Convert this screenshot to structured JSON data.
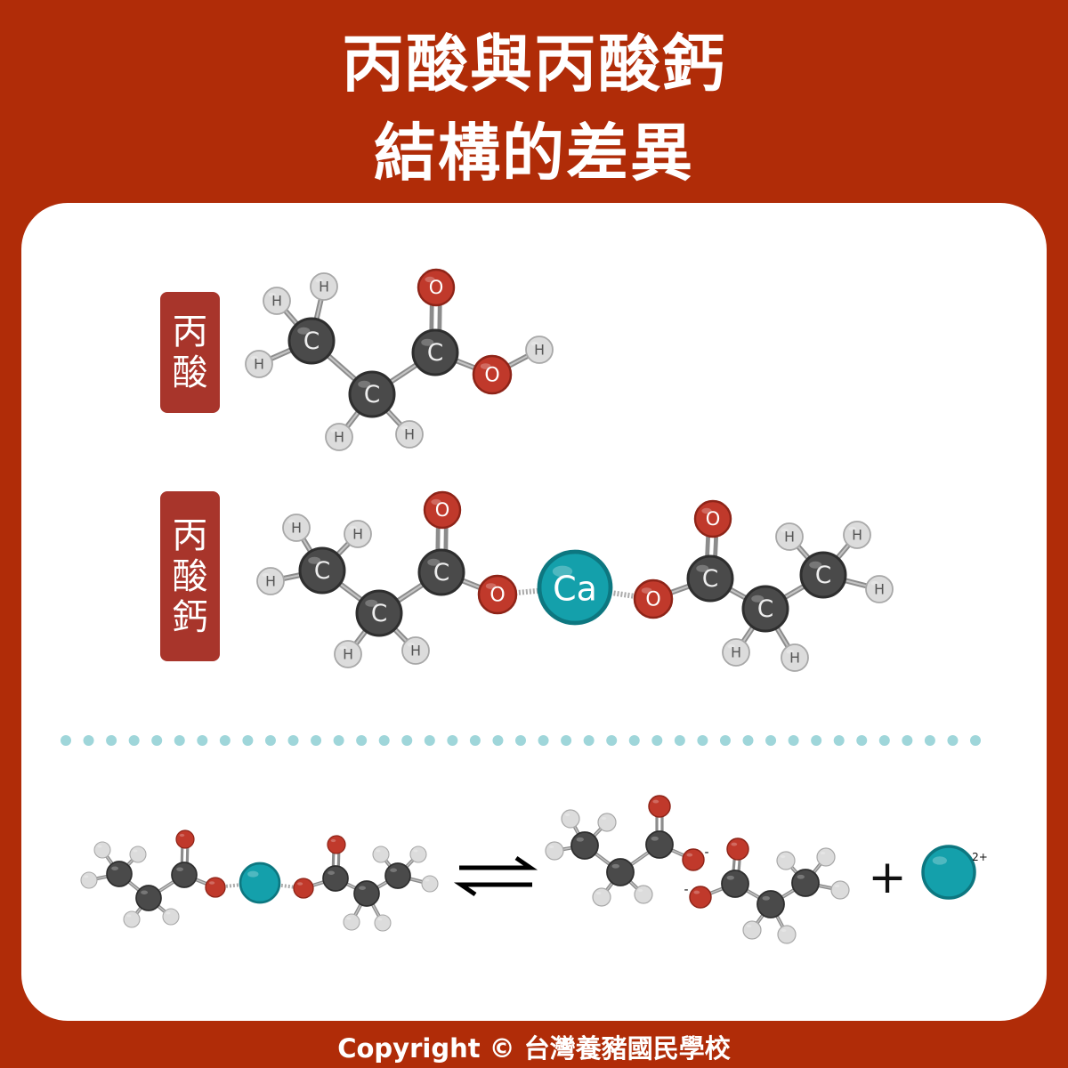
{
  "header": {
    "title_line1": "丙酸與丙酸鈣",
    "title_line2": "結構的差異"
  },
  "labels": {
    "propanoic_acid": [
      "丙",
      "酸"
    ],
    "calcium_propanoate": [
      "丙",
      "酸",
      "鈣"
    ]
  },
  "atoms": {
    "C": "C",
    "H": "H",
    "O": "O",
    "Ca": "Ca"
  },
  "reaction": {
    "anion_charge": "-",
    "cation_charge": "2+",
    "plus": "+"
  },
  "colors": {
    "background": "#b02c08",
    "tag": "#a8352b",
    "carbon": "#4a4a4a",
    "hydrogen": "#dcdcdc",
    "oxygen": "#c0392b",
    "calcium": "#14a0ab",
    "dots": "#9fd6da"
  },
  "footer": {
    "copyright": "Copyright © 台灣養豬國民學校"
  }
}
